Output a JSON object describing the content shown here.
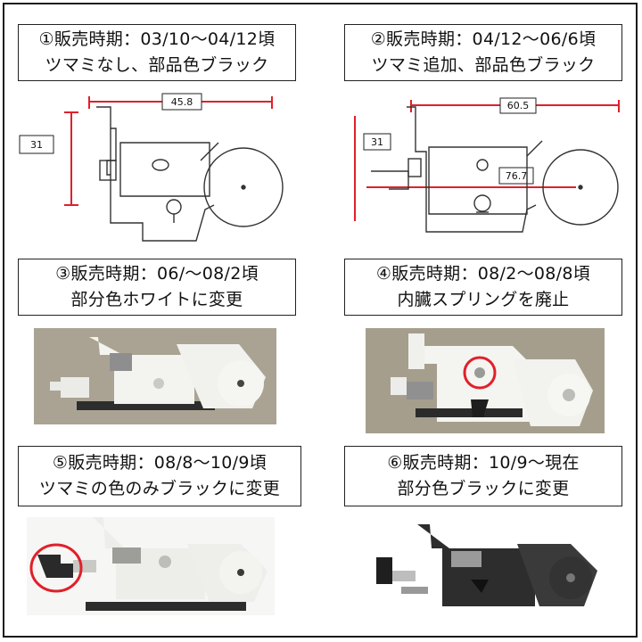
{
  "panels": [
    {
      "line1": "①販売時期：03/10〜04/12頃",
      "line2": "ツマミなし、部品色ブラック",
      "dims": {
        "width": "45.8",
        "height": "31"
      }
    },
    {
      "line1": "②販売時期：04/12〜06/6頃",
      "line2": "ツマミ追加、部品色ブラック",
      "dims": {
        "width": "60.5",
        "height": "31",
        "inner": "76.7"
      }
    },
    {
      "line1": "③販売時期：06/〜08/2頃",
      "line2": "部分色ホワイトに変更"
    },
    {
      "line1": "④販売時期：08/2〜08/8頃",
      "line2": "内臓スプリングを廃止"
    },
    {
      "line1": "⑤販売時期：08/8〜10/9頃",
      "line2": "ツマミの色のみブラックに変更"
    },
    {
      "line1": "⑥販売時期：10/9〜現在",
      "line2": "部分色ブラックに変更"
    }
  ],
  "colors": {
    "dimension": "#e0202a",
    "highlight": "#e0202a",
    "photo_bg": "#a9a294",
    "part_white": "#f4f4f1",
    "part_black": "#2a2a2a"
  },
  "icons": [
    "highlight-circle",
    "part-drawing",
    "part-photo"
  ]
}
